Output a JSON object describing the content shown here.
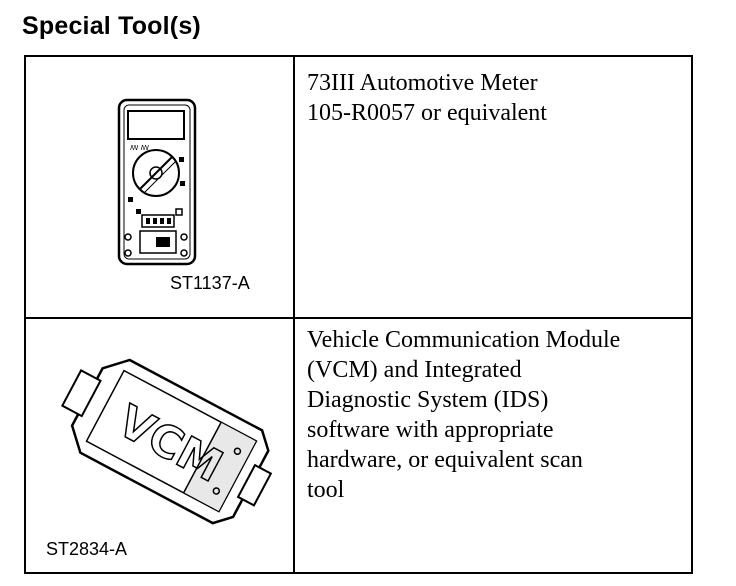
{
  "title": "Special Tool(s)",
  "tools": [
    {
      "illustration_id": "ST1137-A",
      "icon": "multimeter-icon",
      "description": "73III Automotive Meter\n105-R0057 or equivalent"
    },
    {
      "illustration_id": "ST2834-A",
      "icon": "vcm-module-icon",
      "illustration_text": "VCM",
      "description": "Vehicle Communication Module\n(VCM) and Integrated\nDiagnostic System (IDS)\nsoftware with appropriate\nhardware, or equivalent scan\ntool"
    }
  ]
}
